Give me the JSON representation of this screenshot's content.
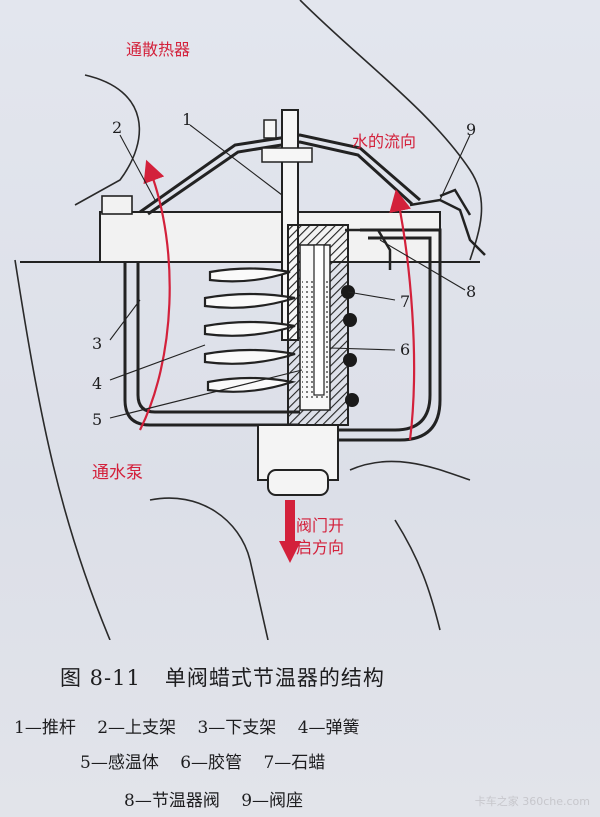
{
  "labels": {
    "to_radiator": "通散热器",
    "water_flow": "水的流向",
    "to_pump": "通水泵",
    "valve_open_line1": "阀门开",
    "valve_open_line2": "启方向"
  },
  "callouts": [
    "1",
    "2",
    "3",
    "4",
    "5",
    "6",
    "7",
    "8",
    "9"
  ],
  "caption": {
    "figure_number": "图 8-11",
    "figure_title": "单阀蜡式节温器的结构"
  },
  "legend": [
    "1—推杆",
    "2—上支架",
    "3—下支架",
    "4—弹簧",
    "5—感温体",
    "6—胶管",
    "7—石蜡",
    "8—节温器阀",
    "9—阀座"
  ],
  "watermark": "卡车之家 360che.com",
  "colors": {
    "arrow": "#d3213b",
    "ink": "#1d1d1f",
    "paper": "#dfe3ea"
  }
}
